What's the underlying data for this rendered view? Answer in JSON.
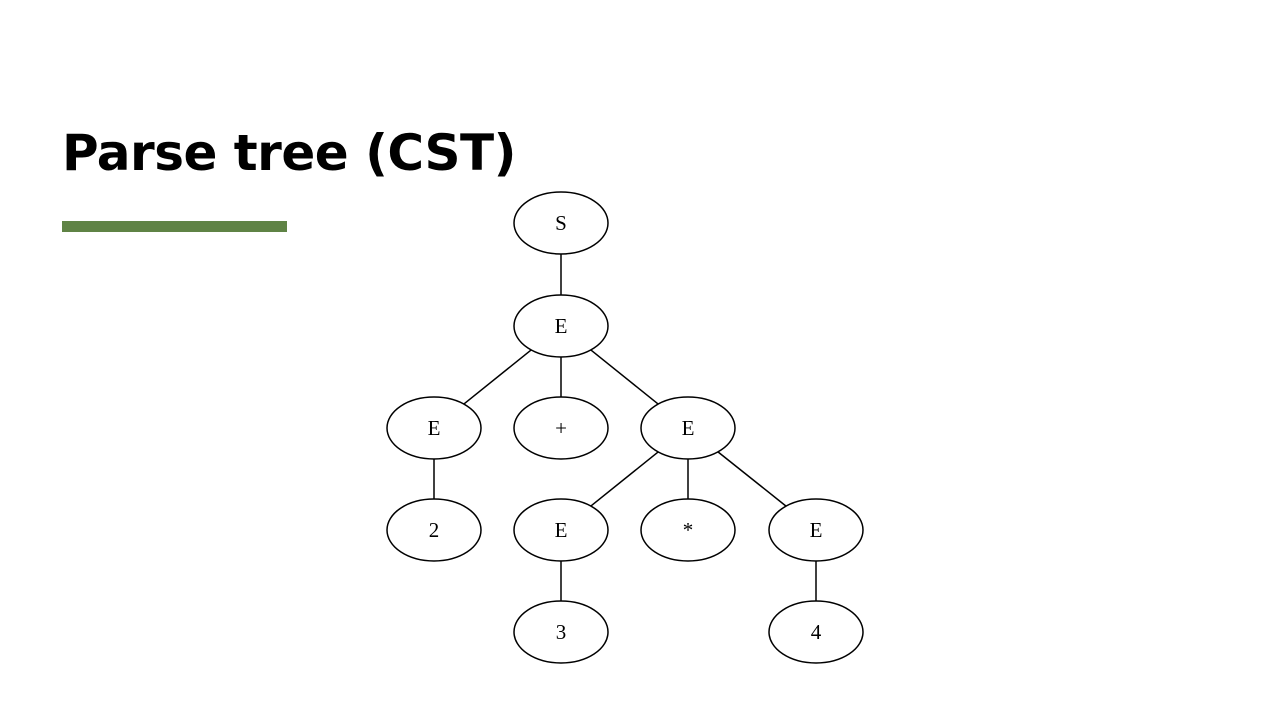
{
  "slide": {
    "title": "Parse tree (CST)",
    "accent_color": "#5f8345"
  },
  "tree": {
    "nodes": [
      {
        "id": "n_S",
        "label": "S"
      },
      {
        "id": "n_E1",
        "label": "E"
      },
      {
        "id": "n_E2",
        "label": "E"
      },
      {
        "id": "n_plus",
        "label": "+"
      },
      {
        "id": "n_E3",
        "label": "E"
      },
      {
        "id": "n_2",
        "label": "2"
      },
      {
        "id": "n_E4",
        "label": "E"
      },
      {
        "id": "n_star",
        "label": "*"
      },
      {
        "id": "n_E5",
        "label": "E"
      },
      {
        "id": "n_3",
        "label": "3"
      },
      {
        "id": "n_4",
        "label": "4"
      }
    ],
    "edges": [
      [
        "n_S",
        "n_E1"
      ],
      [
        "n_E1",
        "n_E2"
      ],
      [
        "n_E1",
        "n_plus"
      ],
      [
        "n_E1",
        "n_E3"
      ],
      [
        "n_E2",
        "n_2"
      ],
      [
        "n_E3",
        "n_E4"
      ],
      [
        "n_E3",
        "n_star"
      ],
      [
        "n_E3",
        "n_E5"
      ],
      [
        "n_E4",
        "n_3"
      ],
      [
        "n_E5",
        "n_4"
      ]
    ]
  }
}
